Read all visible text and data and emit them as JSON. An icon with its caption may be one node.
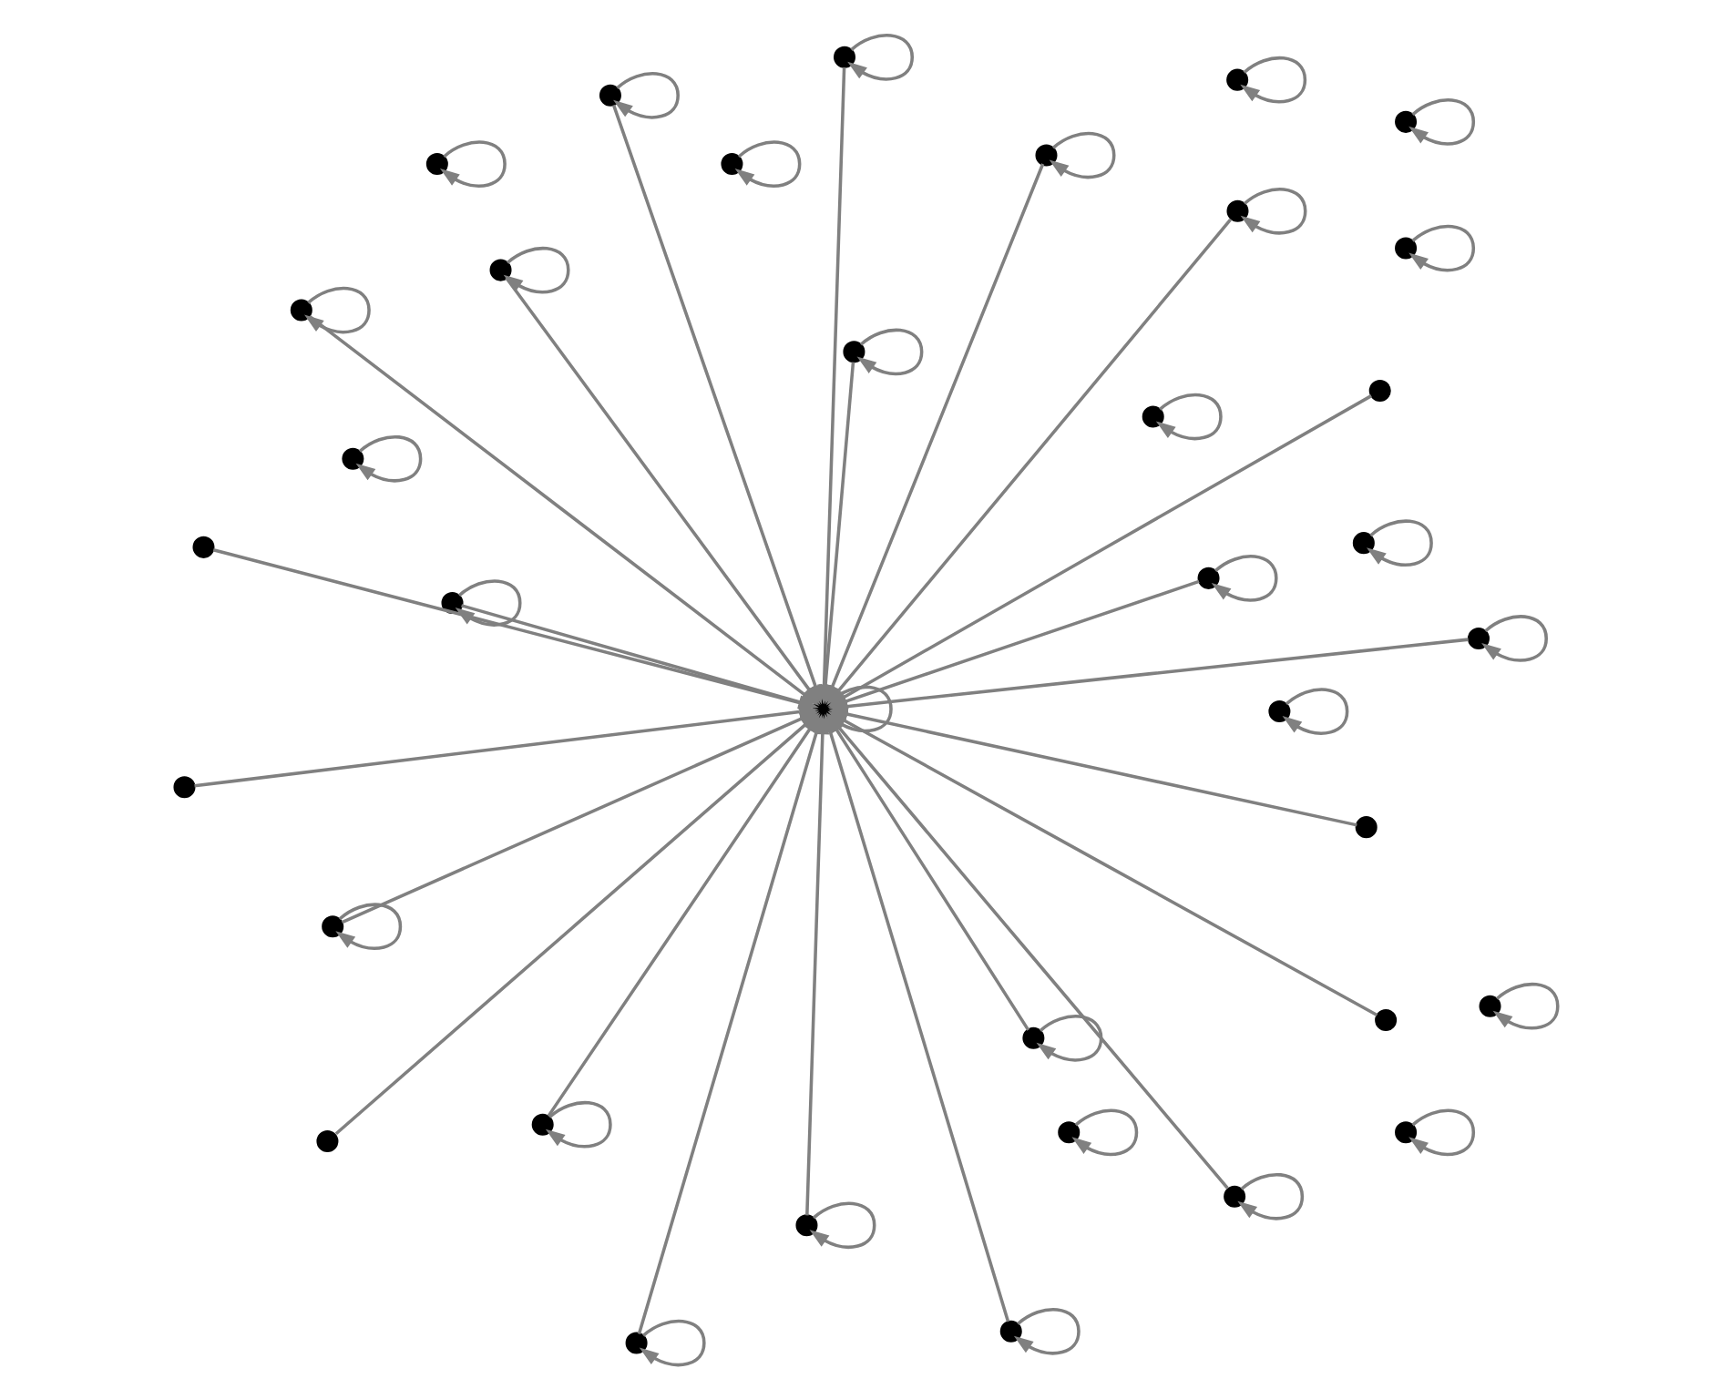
{
  "diagram": {
    "nodes": [
      {
        "text": [],
        "shape": "circle"
      },
      {
        "text": [],
        "shape": "circle"
      },
      {
        "text": [],
        "shape": "circle"
      },
      {
        "text": [],
        "shape": "circle"
      },
      {
        "text": [],
        "shape": "circle"
      },
      {
        "text": [],
        "shape": "circle"
      },
      {
        "text": [],
        "shape": "circle"
      },
      {
        "text": [],
        "shape": "circle"
      },
      {
        "text": [],
        "shape": "circle"
      },
      {
        "text": [],
        "shape": "circle"
      },
      {
        "text": [],
        "shape": "circle"
      },
      {
        "text": [],
        "shape": "circle"
      },
      {
        "text": [],
        "shape": "circle"
      },
      {
        "text": [],
        "shape": "circle"
      },
      {
        "text": [],
        "shape": "circle"
      },
      {
        "text": [],
        "shape": "circle"
      },
      {
        "text": [],
        "shape": "circle"
      },
      {
        "text": [],
        "shape": "circle"
      },
      {
        "text": [],
        "shape": "circle"
      },
      {
        "text": [],
        "shape": "circle"
      },
      {
        "text": [],
        "shape": "circle"
      },
      {
        "text": [],
        "shape": "circle"
      },
      {
        "text": [],
        "shape": "circle"
      },
      {
        "text": [],
        "shape": "circle"
      },
      {
        "text": [],
        "shape": "circle"
      },
      {
        "text": [],
        "shape": "circle"
      },
      {
        "text": [],
        "shape": "circle"
      },
      {
        "text": [],
        "shape": "circle"
      },
      {
        "text": [],
        "shape": "circle"
      },
      {
        "text": [],
        "shape": "circle"
      },
      {
        "text": [],
        "shape": "circle"
      },
      {
        "text": [],
        "shape": "circle"
      },
      {
        "text": [],
        "shape": "circle"
      },
      {
        "text": [],
        "shape": "circle"
      },
      {
        "text": [],
        "shape": "circle"
      },
      {
        "text": [],
        "shape": "circle"
      }
    ],
    "edges": [
      {
        "from": 0,
        "to": 0,
        "arrow": "to"
      },
      {
        "from": 1,
        "to": 0,
        "arrow": "to"
      },
      {
        "from": 2,
        "to": 2,
        "arrow": "to"
      },
      {
        "from": 2,
        "to": 0,
        "arrow": "to"
      },
      {
        "from": 3,
        "to": 3,
        "arrow": "to"
      },
      {
        "from": 3,
        "to": 0,
        "arrow": "to"
      },
      {
        "from": 4,
        "to": 4,
        "arrow": "to"
      },
      {
        "from": 4,
        "to": 0,
        "arrow": "to"
      },
      {
        "from": 5,
        "to": 5,
        "arrow": "to"
      },
      {
        "from": 6,
        "to": 6,
        "arrow": "to"
      },
      {
        "from": 6,
        "to": 0,
        "arrow": "to"
      },
      {
        "from": 7,
        "to": 7,
        "arrow": "to"
      },
      {
        "from": 8,
        "to": 0,
        "arrow": "to"
      },
      {
        "from": 9,
        "to": 0,
        "arrow": "to"
      },
      {
        "from": 10,
        "to": 10,
        "arrow": "to"
      },
      {
        "from": 10,
        "to": 0,
        "arrow": "to"
      },
      {
        "from": 11,
        "to": 11,
        "arrow": "to"
      },
      {
        "from": 11,
        "to": 0,
        "arrow": "to"
      },
      {
        "from": 12,
        "to": 12,
        "arrow": "to"
      },
      {
        "from": 12,
        "to": 0,
        "arrow": "to"
      },
      {
        "from": 13,
        "to": 0,
        "arrow": "to"
      },
      {
        "from": 14,
        "to": 14,
        "arrow": "to"
      },
      {
        "from": 14,
        "to": 0,
        "arrow": "to"
      },
      {
        "from": 15,
        "to": 15,
        "arrow": "to"
      },
      {
        "from": 16,
        "to": 16,
        "arrow": "to"
      },
      {
        "from": 17,
        "to": 0,
        "arrow": "to"
      },
      {
        "from": 18,
        "to": 18,
        "arrow": "to"
      },
      {
        "from": 19,
        "to": 19,
        "arrow": "to"
      },
      {
        "from": 19,
        "to": 0,
        "arrow": "to"
      },
      {
        "from": 20,
        "to": 20,
        "arrow": "to"
      },
      {
        "from": 21,
        "to": 21,
        "arrow": "to"
      },
      {
        "from": 22,
        "to": 22,
        "arrow": "to"
      },
      {
        "from": 23,
        "to": 23,
        "arrow": "to"
      },
      {
        "from": 23,
        "to": 0,
        "arrow": "to"
      },
      {
        "from": 24,
        "to": 24,
        "arrow": "to"
      },
      {
        "from": 24,
        "to": 0,
        "arrow": "to"
      },
      {
        "from": 25,
        "to": 25,
        "arrow": "to"
      },
      {
        "from": 25,
        "to": 0,
        "arrow": "to"
      },
      {
        "from": 26,
        "to": 26,
        "arrow": "to"
      },
      {
        "from": 27,
        "to": 27,
        "arrow": "to"
      },
      {
        "from": 28,
        "to": 0,
        "arrow": "to"
      },
      {
        "from": 29,
        "to": 29,
        "arrow": "to"
      },
      {
        "from": 30,
        "to": 30,
        "arrow": "to"
      },
      {
        "from": 30,
        "to": 0,
        "arrow": "to"
      },
      {
        "from": 31,
        "to": 31,
        "arrow": "to"
      },
      {
        "from": 31,
        "to": 0,
        "arrow": "to"
      },
      {
        "from": 32,
        "to": 32,
        "arrow": "to"
      },
      {
        "from": 32,
        "to": 0,
        "arrow": "to"
      },
      {
        "from": 33,
        "to": 33,
        "arrow": "to"
      },
      {
        "from": 34,
        "to": 34,
        "arrow": "to"
      },
      {
        "from": 34,
        "to": 0,
        "arrow": "to"
      },
      {
        "from": 35,
        "to": 35,
        "arrow": "to"
      },
      {
        "from": 35,
        "to": 0,
        "arrow": "to"
      }
    ]
  }
}
